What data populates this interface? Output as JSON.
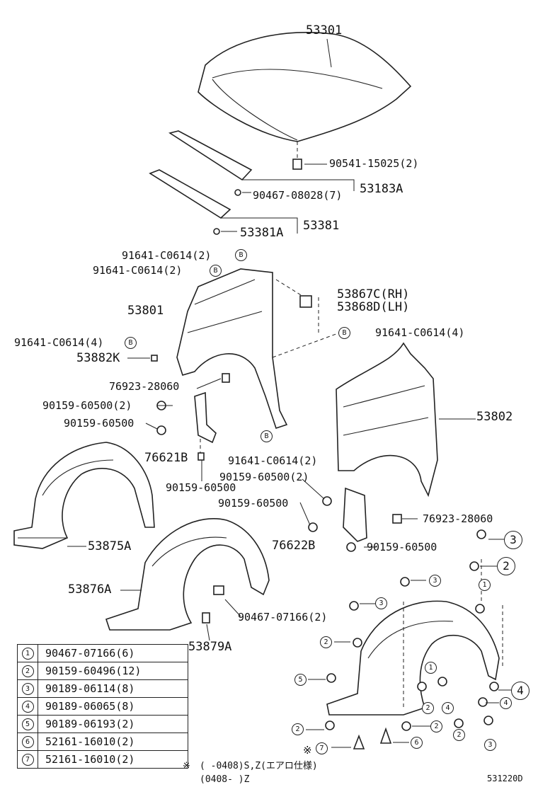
{
  "diagram_code": "531220D",
  "parts": {
    "hood": "53301",
    "hood_bolt": "90541-15025(2)",
    "seal_upper_clip": "90467-08028(7)",
    "seal_upper": "53183A",
    "seal_lower": "53381A",
    "seal_lower_group": "53381",
    "clip_b_1": "91641-C0614(2)",
    "clip_b_2": "91641-C0614(2)",
    "fender_rh": "53801",
    "bracket_rh_lh": "53867C(RH)",
    "bracket_lh": "53868D(LH)",
    "clip_b_3": "91641-C0614(4)",
    "clip_b_4": "91641-C0614(4)",
    "insulator": "53882K",
    "clip_76923_a": "76923-28060",
    "bolt_a": "90159-60500(2)",
    "bolt_b": "90159-60500",
    "fender_lh": "53802",
    "mudguard_rh": "76621B",
    "bolt_c": "90159-60500",
    "clip_b_5": "91641-C0614(2)",
    "bolt_d": "90159-60500(2)",
    "bolt_e": "90159-60500",
    "clip_76923_b": "76923-28060",
    "mudguard_lh": "76622B",
    "bolt_f": "90159-60500",
    "liner_a": "53875A",
    "liner_b": "53876A",
    "clip_g": "90467-07166(2)",
    "seal_879": "53879A"
  },
  "markers": {
    "b": "B",
    "n1": "1",
    "n2": "2",
    "n3": "3",
    "n4": "4",
    "n5": "5",
    "n6": "6",
    "n7": "7",
    "note_symbol": "※"
  },
  "legend": [
    {
      "key": "1",
      "part": "90467-07166(6)"
    },
    {
      "key": "2",
      "part": "90159-60496(12)"
    },
    {
      "key": "3",
      "part": "90189-06114(8)"
    },
    {
      "key": "4",
      "part": "90189-06065(8)"
    },
    {
      "key": "5",
      "part": "90189-06193(2)"
    },
    {
      "key": "6",
      "part": "52161-16010(2)"
    },
    {
      "key": "7",
      "part": "52161-16010(2)"
    }
  ],
  "footnote": {
    "symbol": "※",
    "line1": "(      -0408)S,Z(エアロ仕様)",
    "line2": "(0408-      )Z"
  }
}
